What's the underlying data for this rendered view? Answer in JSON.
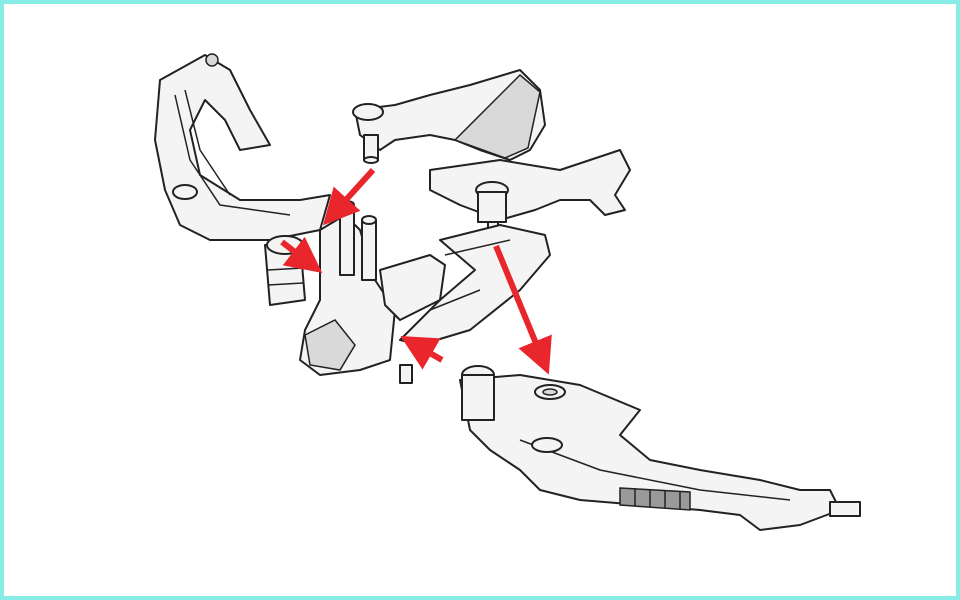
{
  "diagram": {
    "colors": {
      "frame": "#86ece6",
      "arrow": "#e8262b",
      "part_fill": "#f4f4f4",
      "outline": "#222222"
    },
    "arrows": [
      {
        "name": "arrow-top-to-center",
        "direction": "down-left"
      },
      {
        "name": "arrow-left-to-center",
        "direction": "down-right"
      },
      {
        "name": "arrow-top-right-to-bottom",
        "direction": "down"
      },
      {
        "name": "arrow-bottom-to-center",
        "direction": "up-left"
      }
    ]
  }
}
